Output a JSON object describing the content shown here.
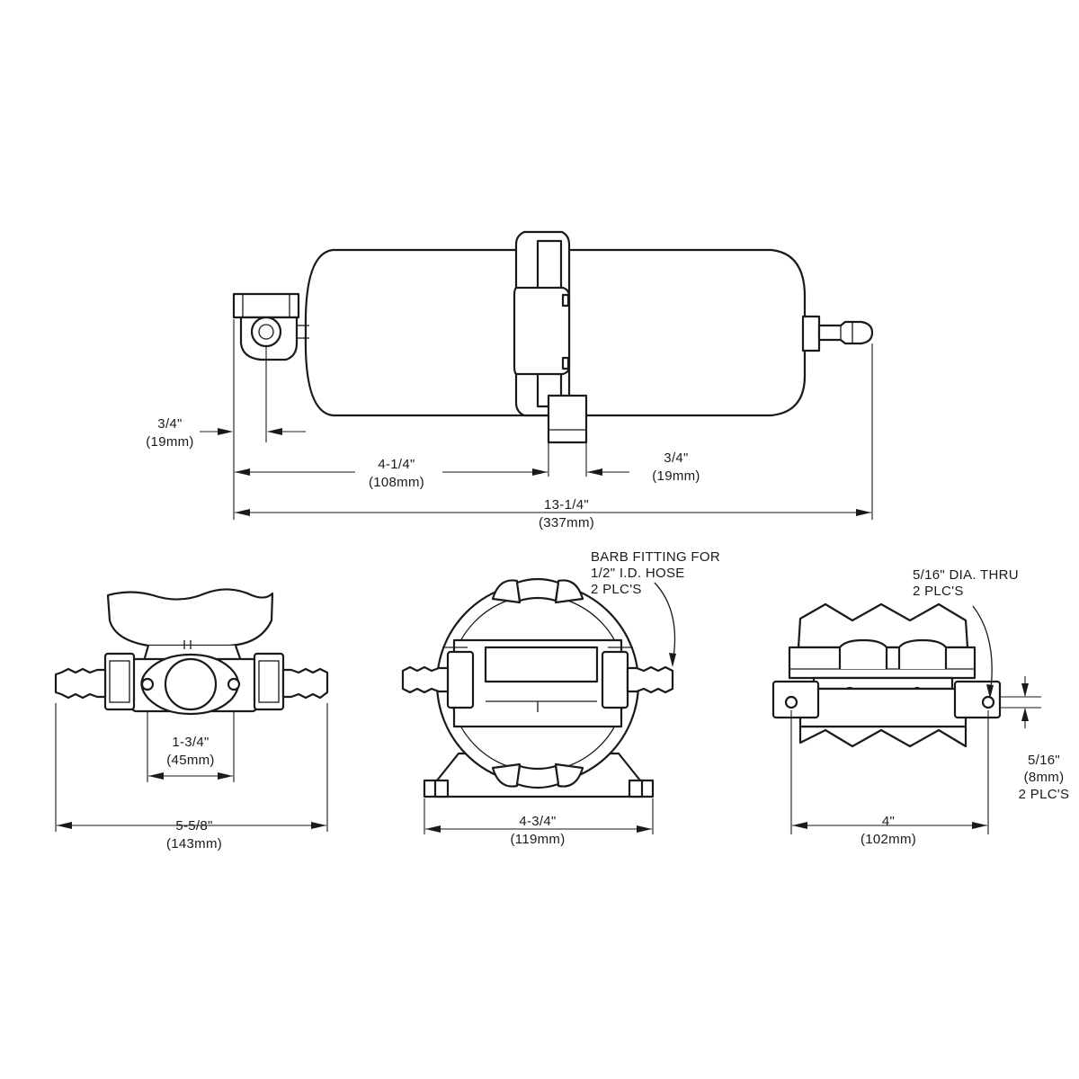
{
  "side_view": {
    "dim_port_offset": {
      "inch": "3/4\"",
      "mm": "(19mm)"
    },
    "dim_body_to_bracket": {
      "inch": "4-1/4\"",
      "mm": "(108mm)"
    },
    "dim_bracket_width": {
      "inch": "3/4\"",
      "mm": "(19mm)"
    },
    "dim_overall_length": {
      "inch": "13-1/4\"",
      "mm": "(337mm)"
    }
  },
  "port_view": {
    "dim_flange": {
      "inch": "1-3/4\"",
      "mm": "(45mm)"
    },
    "dim_overall_width": {
      "inch": "5-5/8\"",
      "mm": "(143mm)"
    }
  },
  "end_view": {
    "note_lines": [
      "BARB FITTING FOR",
      "1/2\" I.D. HOSE",
      "2 PLC'S"
    ],
    "dim_base_width": {
      "inch": "4-3/4\"",
      "mm": "(119mm)"
    }
  },
  "mount_view": {
    "note_lines": [
      "5/16\" DIA. THRU",
      "2 PLC'S"
    ],
    "dim_hole": {
      "inch": "5/16\"",
      "mm": "(8mm)",
      "qty": "2 PLC'S"
    },
    "dim_hole_spacing": {
      "inch": "4\"",
      "mm": "(102mm)"
    }
  }
}
